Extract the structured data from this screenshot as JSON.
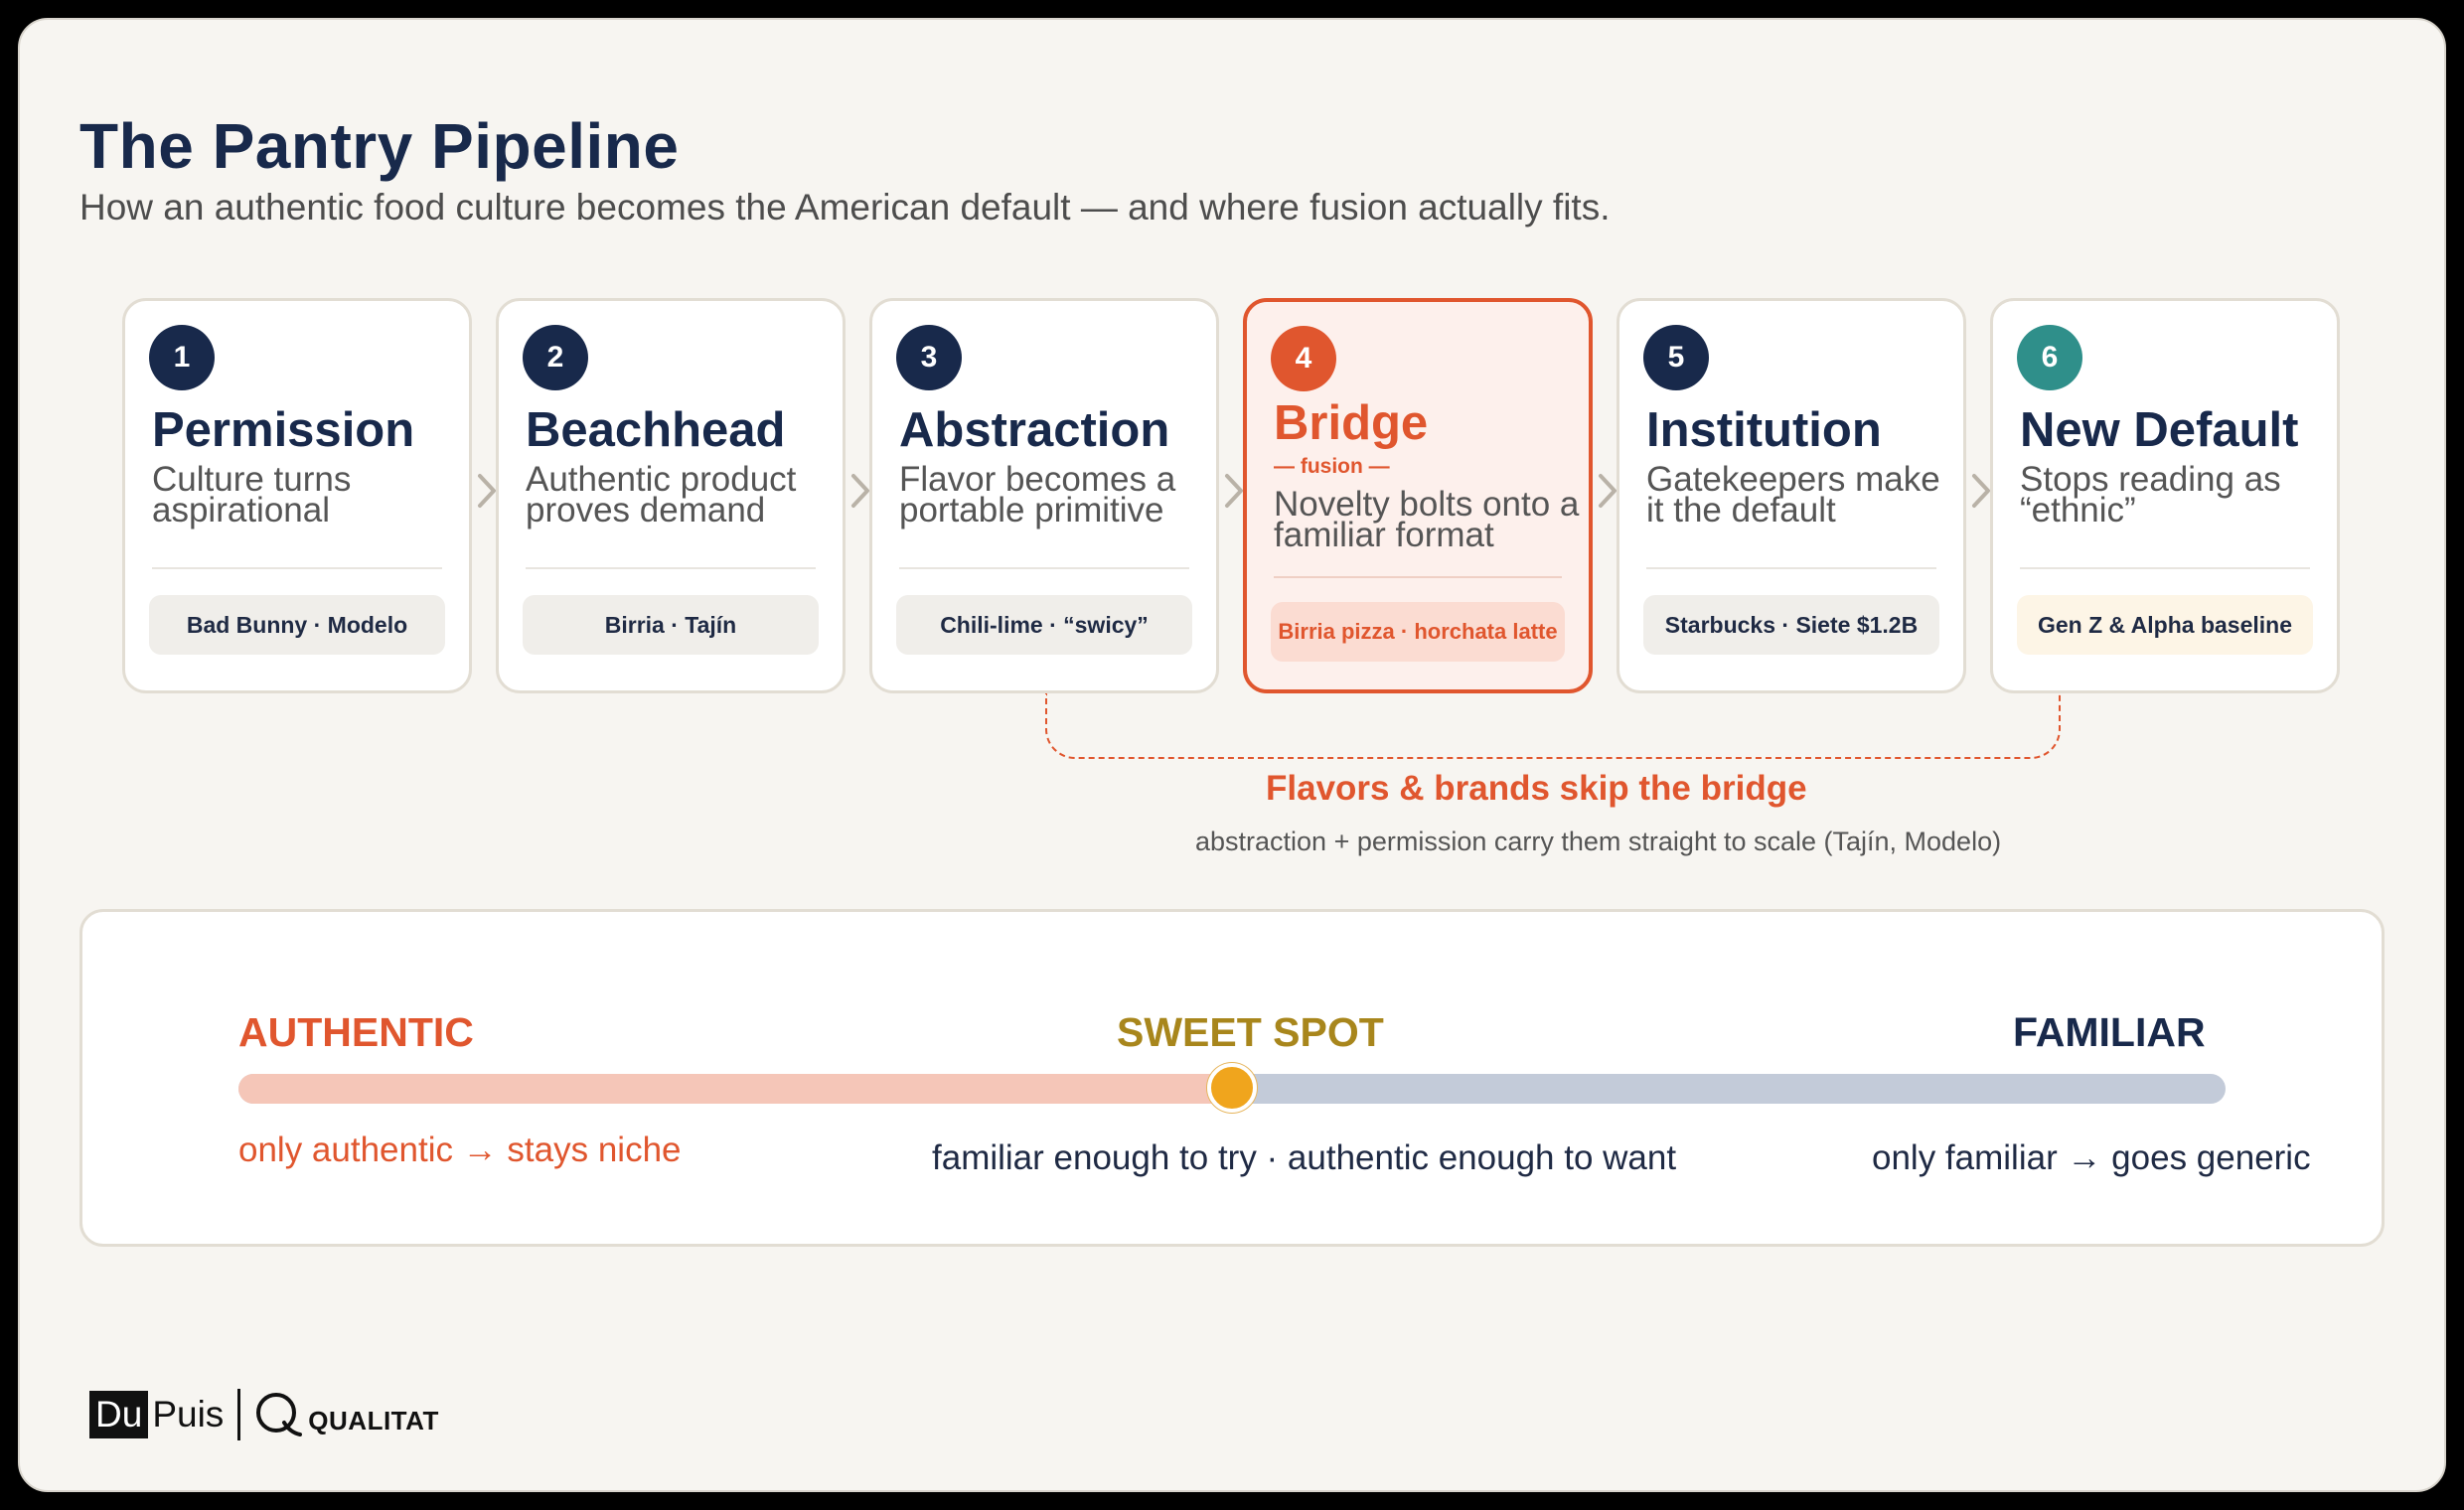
{
  "header": {
    "title": "The Pantry Pipeline",
    "subtitle": "How an authentic food culture becomes the American default — and where fusion actually fits."
  },
  "stages": [
    {
      "num": "1",
      "title": "Permission",
      "desc": "Culture turns aspirational",
      "tag": "Bad Bunny · Modelo"
    },
    {
      "num": "2",
      "title": "Beachhead",
      "desc": "Authentic product proves demand",
      "tag": "Birria · Tajín"
    },
    {
      "num": "3",
      "title": "Abstraction",
      "desc": "Flavor becomes a portable primitive",
      "tag": "Chili-lime · “swicy”"
    },
    {
      "num": "4",
      "title": "Bridge",
      "note": "— fusion —",
      "desc": "Novelty bolts onto a familiar format",
      "tag": "Birria pizza · horchata latte"
    },
    {
      "num": "5",
      "title": "Institution",
      "desc": "Gatekeepers make it the default",
      "tag": "Starbucks · Siete $1.2B"
    },
    {
      "num": "6",
      "title": "New Default",
      "desc": "Stops reading as “ethnic”",
      "tag": "Gen Z & Alpha baseline"
    }
  ],
  "skip": {
    "title": "Flavors & brands skip the bridge",
    "subtitle": "abstraction + permission carry them straight to scale (Tajín, Modelo)"
  },
  "spectrum": {
    "left_label": "AUTHENTIC",
    "mid_label": "SWEET SPOT",
    "right_label": "FAMILIAR",
    "left_caption": "only authentic → stays niche",
    "mid_caption": "familiar enough to try · authentic enough to want",
    "right_caption": "only familiar → goes generic",
    "sweet_spot_position": 0.5
  },
  "colors": {
    "navy": "#18294b",
    "accent": "#e0562e",
    "teal": "#2f8f8a",
    "gold": "#a8861c",
    "knob": "#f0a51d"
  },
  "logo": {
    "du": "Du",
    "puis": "Puis",
    "qualitat": "QUALITAT"
  }
}
